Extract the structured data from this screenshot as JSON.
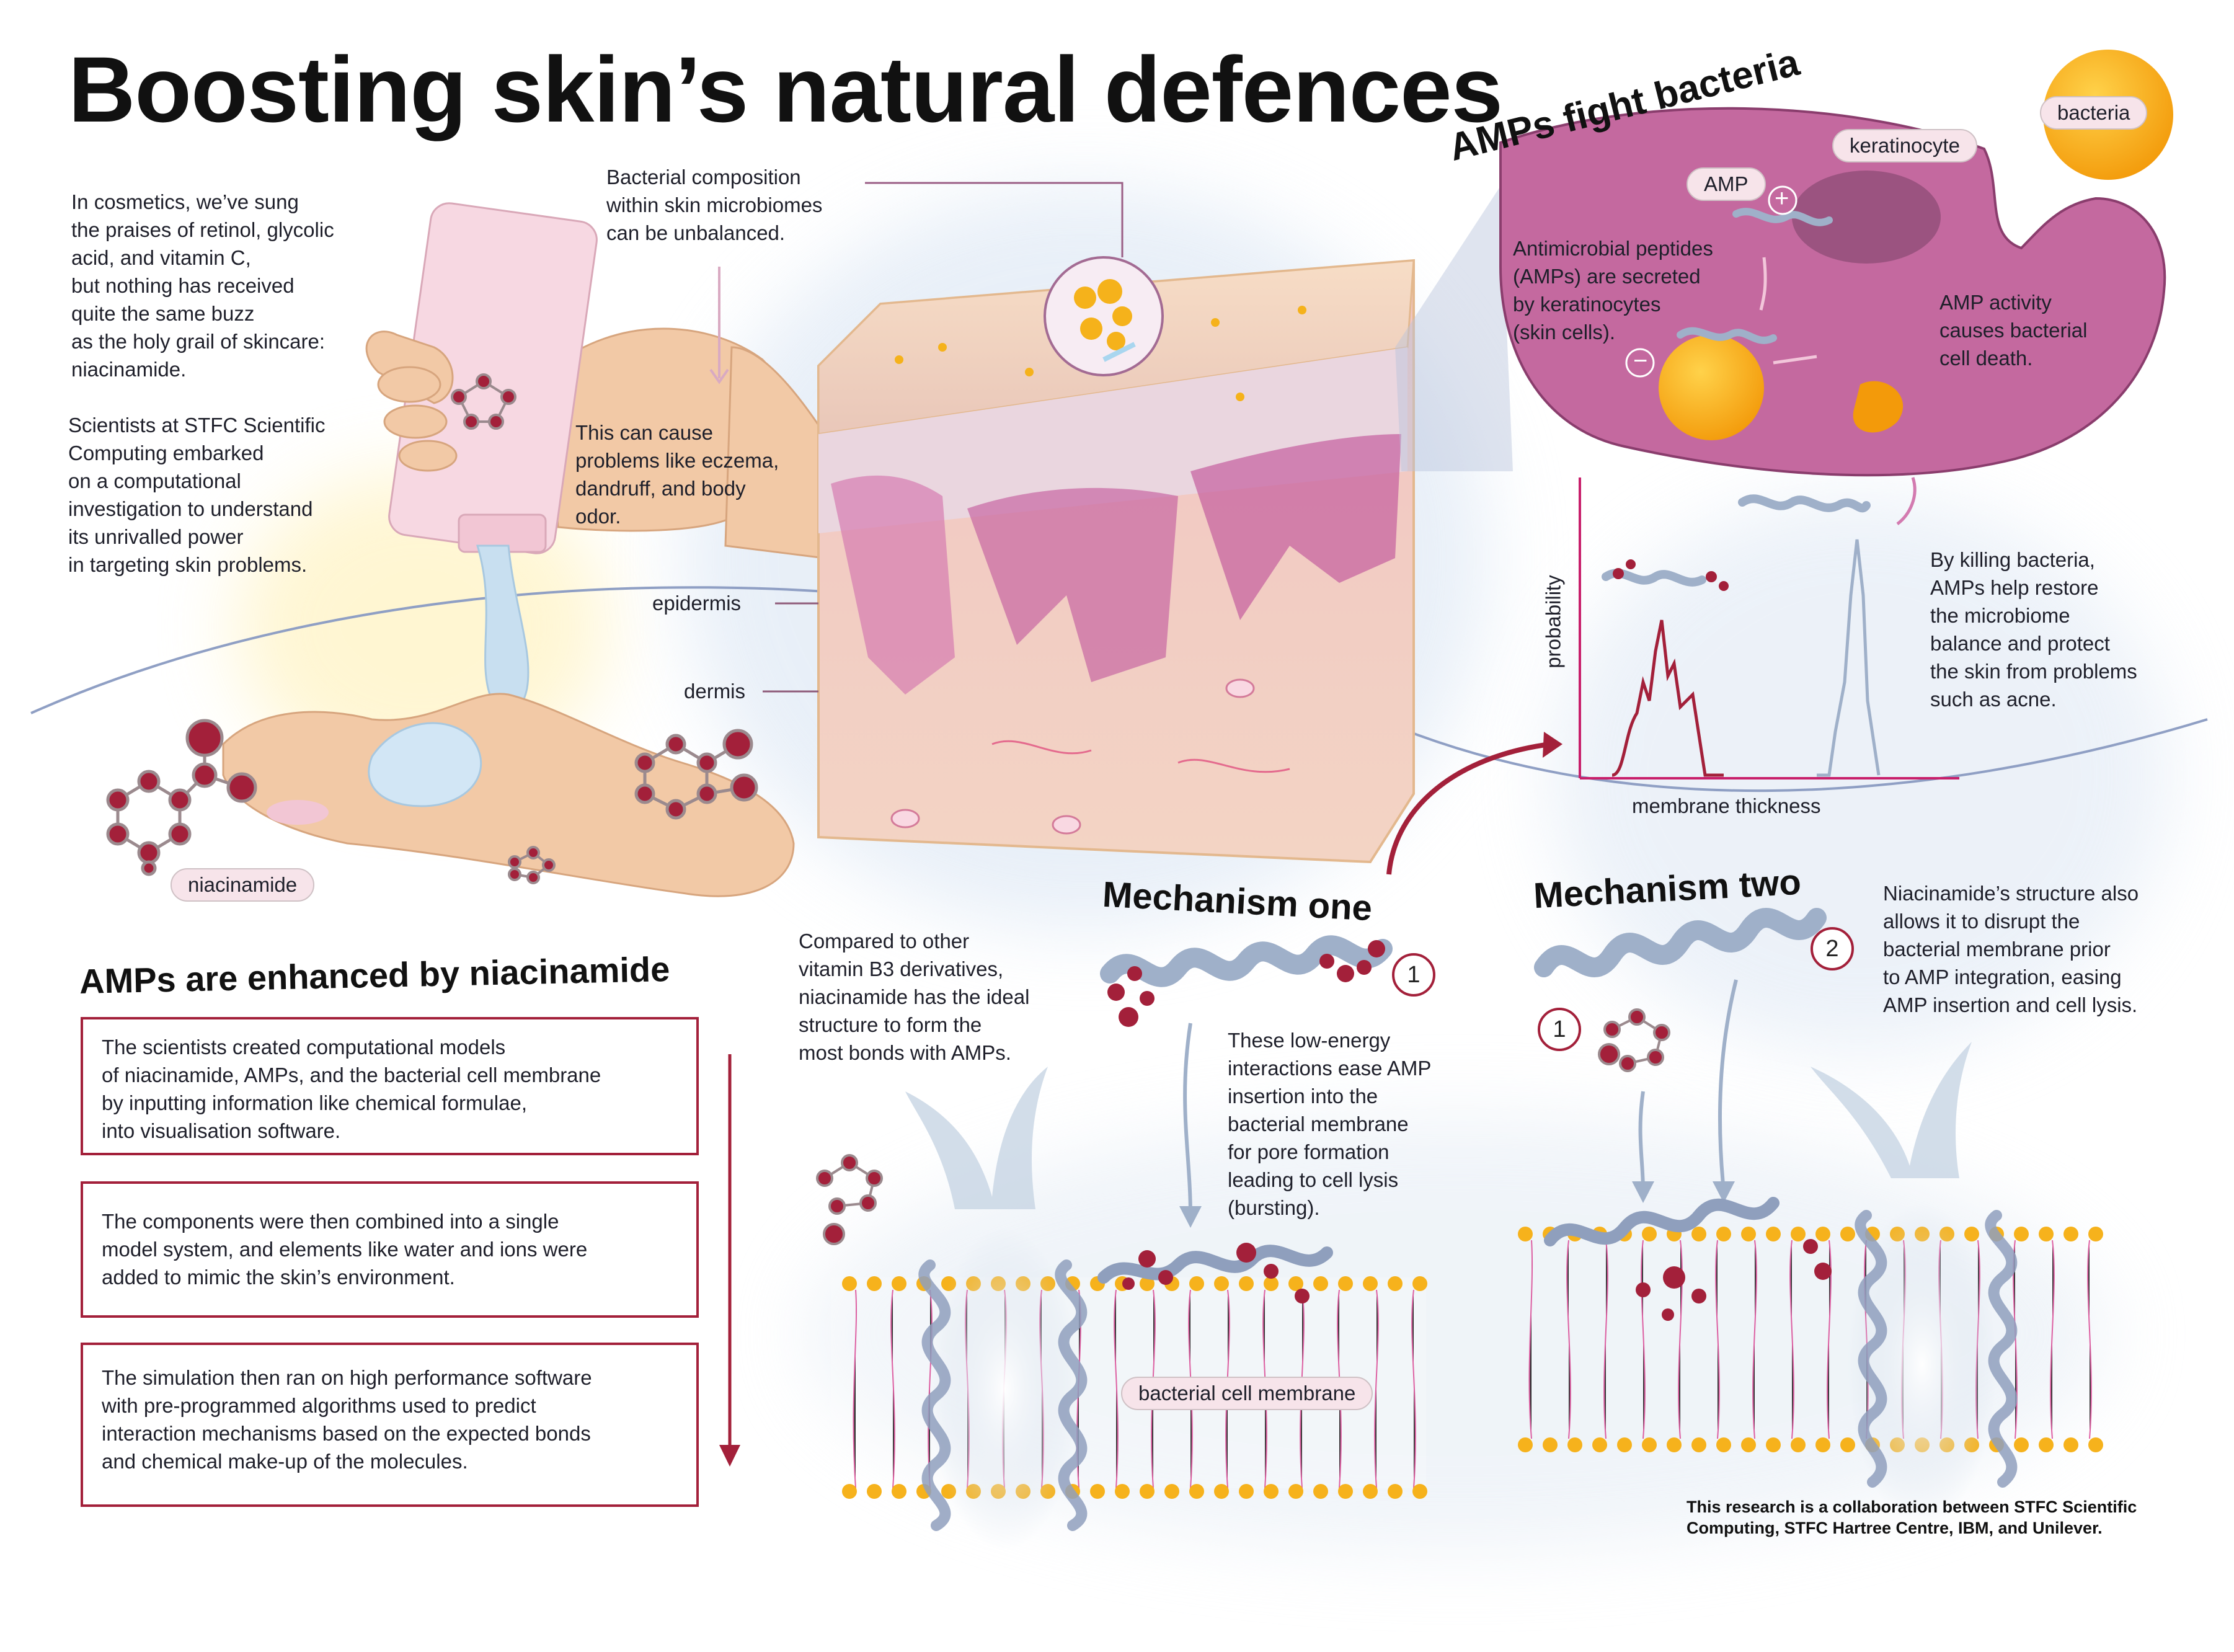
{
  "title": "Boosting skin’s natural defences",
  "intro": {
    "paragraph1": [
      "In cosmetics, we’ve sung",
      "the praises of retinol, glycolic",
      "acid, and vitamin C,",
      "but nothing has received",
      "quite the same buzz",
      "as the holy grail of skincare:",
      "niacinamide."
    ],
    "paragraph2": [
      "Scientists at STFC Scientific",
      "Computing embarked",
      "on a computational",
      "investigation to understand",
      "its unrivalled power",
      "in targeting skin problems."
    ]
  },
  "microbiome": {
    "composition": [
      "Bacterial composition",
      "within skin microbiomes",
      "can be unbalanced."
    ],
    "problems": [
      "This can cause",
      "problems like eczema,",
      "dandruff, and body",
      "odor."
    ]
  },
  "skin_labels": {
    "epidermis": "epidermis",
    "dermis": "dermis"
  },
  "niacinamide_label": "niacinamide",
  "amps_fight": {
    "heading": "AMPs fight bacteria",
    "bacteria_label": "bacteria",
    "keratinocyte_label": "keratinocyte",
    "amp_label": "AMP",
    "plus_symbol": "+",
    "minus_symbol": "−",
    "secreted": [
      "Antimicrobial peptides",
      "(AMPs) are secreted",
      "by keratinocytes",
      "(skin cells)."
    ],
    "activity": [
      "AMP activity",
      "causes bacterial",
      "cell death."
    ]
  },
  "graph": {
    "ylabel": "probability",
    "xlabel": "membrane thickness"
  },
  "restore": [
    "By killing bacteria,",
    "AMPs help restore",
    "the microbiome",
    "balance and protect",
    "the skin from problems",
    "such as acne."
  ],
  "enhanced": {
    "heading": "AMPs are enhanced by niacinamide",
    "steps": [
      [
        "The scientists created computational models",
        "of niacinamide, AMPs, and the bacterial cell membrane",
        "by inputting information like chemical formulae,",
        "into visualisation software."
      ],
      [
        "The components were then combined into a single",
        "model system, and elements like water and ions were",
        "added to mimic the skin’s environment."
      ],
      [
        "The simulation then ran on high performance software",
        "with pre-programmed algorithms used to predict",
        "interaction mechanisms based on the expected bonds",
        "and chemical make-up of the molecules."
      ]
    ]
  },
  "compared": [
    "Compared to other",
    "vitamin B3 derivatives,",
    "niacinamide has the ideal",
    "structure to form the",
    "most bonds with AMPs."
  ],
  "mechanism_one": {
    "heading": "Mechanism one",
    "step_number": "1",
    "text": [
      "These low-energy",
      "interactions ease AMP",
      "insertion into the",
      "bacterial membrane",
      "for pore formation",
      "leading to cell lysis",
      "(bursting)."
    ]
  },
  "mechanism_two": {
    "heading": "Mechanism two",
    "step_number_1": "1",
    "step_number_2": "2",
    "text": [
      "Niacinamide’s structure also",
      "allows it to disrupt the",
      "bacterial membrane prior",
      "to AMP integration, easing",
      "AMP insertion and cell lysis."
    ]
  },
  "membrane_label": "bacterial cell membrane",
  "credit": [
    "This research is a collaboration between STFC Scientific",
    "Computing, STFC Hartree Centre, IBM, and Unilever."
  ],
  "colors": {
    "accent_red": "#a3203a",
    "keratinocyte_purple": "#c4699f",
    "skin_tone": "#f2c9a6",
    "helix_blue": "#9fb0c9",
    "lipid_yellow": "#f6b21c",
    "lipid_tail_pink": "#d83b8d",
    "pill_pink": "#f7e4ea"
  }
}
